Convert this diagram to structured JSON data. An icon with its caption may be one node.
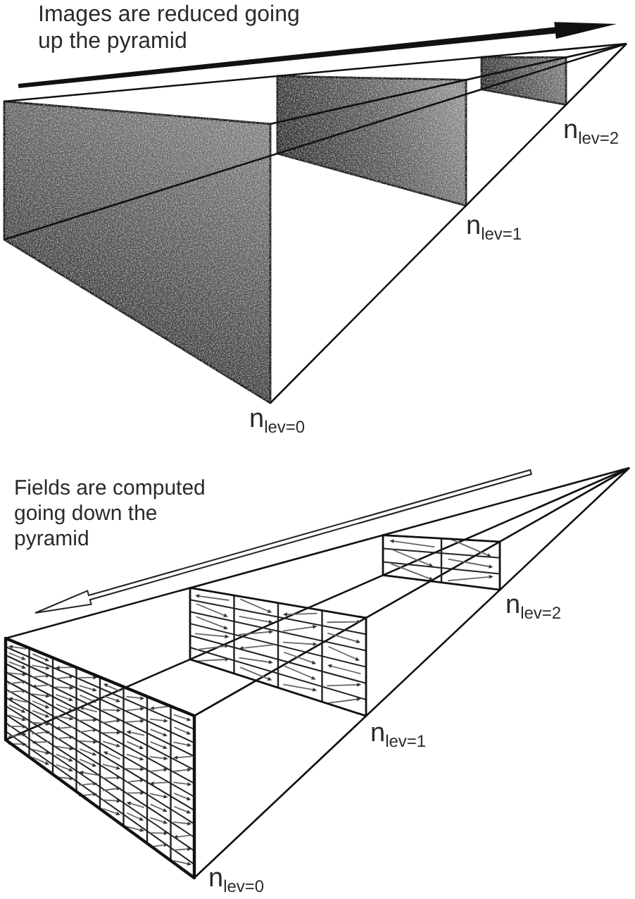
{
  "diagram": {
    "labels": [
      "Images are reduced going up the pyramid",
      "n$_{lev=2}$",
      "n$_{lev=1}$",
      "n$_{lev=0}$",
      "Fields are computed going down the pyramid",
      "n$_{lev=2}$",
      "n$_{lev=1}$",
      "n$_{lev=0}$"
    ]
  }
}
